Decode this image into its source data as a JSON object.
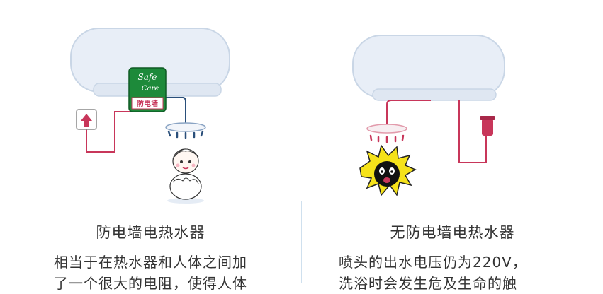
{
  "left": {
    "title": "防电墙电热水器",
    "description_lines": [
      "相当于在热水器和人体之间加",
      "了一个很大的电阻，使得人体"
    ],
    "badge": {
      "line1": "Safe",
      "line2": "Care",
      "line3": "防电墙"
    }
  },
  "right": {
    "title": "无防电墙电热水器",
    "description_lines": [
      "喷头的出水电压仍为220V，",
      "洗浴时会发生危及生命的触"
    ]
  },
  "colors": {
    "heater_fill": "#e8eef7",
    "heater_stroke": "#c9d6e6",
    "wire": "#c8365a",
    "pipe": "#2a4f7a",
    "badge_green": "#1d8a3a",
    "danger_yellow": "#f5e21a"
  },
  "icons": [
    "wall-socket-icon",
    "plug-icon",
    "shower-head-icon",
    "safe-child-icon",
    "electrocuted-figure-icon"
  ]
}
